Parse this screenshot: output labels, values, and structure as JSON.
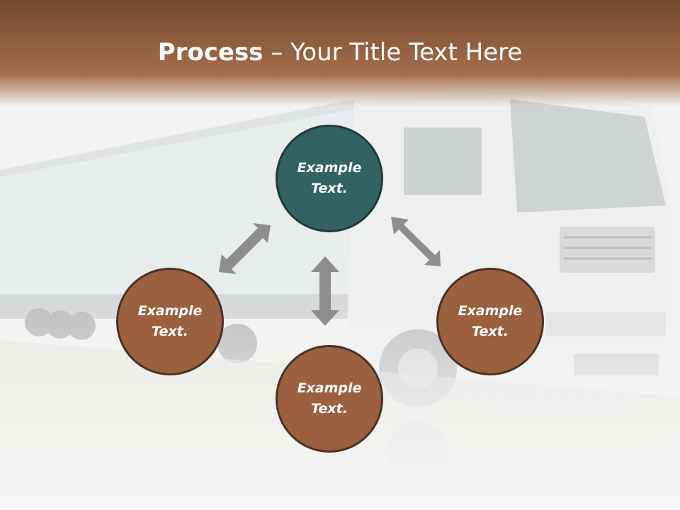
{
  "slide": {
    "title_strong": "Process",
    "title_rest": " – Your Title Text Here"
  },
  "nodes": {
    "top": "Example Text.",
    "left": "Example Text.",
    "right": "Example Text.",
    "bottom": "Example Text."
  },
  "colors": {
    "title_band": "#8c5a3c",
    "node_brown": "#9a6040",
    "node_teal": "#326262",
    "arrow_gray": "#8e8e8e"
  },
  "icons": {
    "arrows": "double-headed-arrow"
  }
}
